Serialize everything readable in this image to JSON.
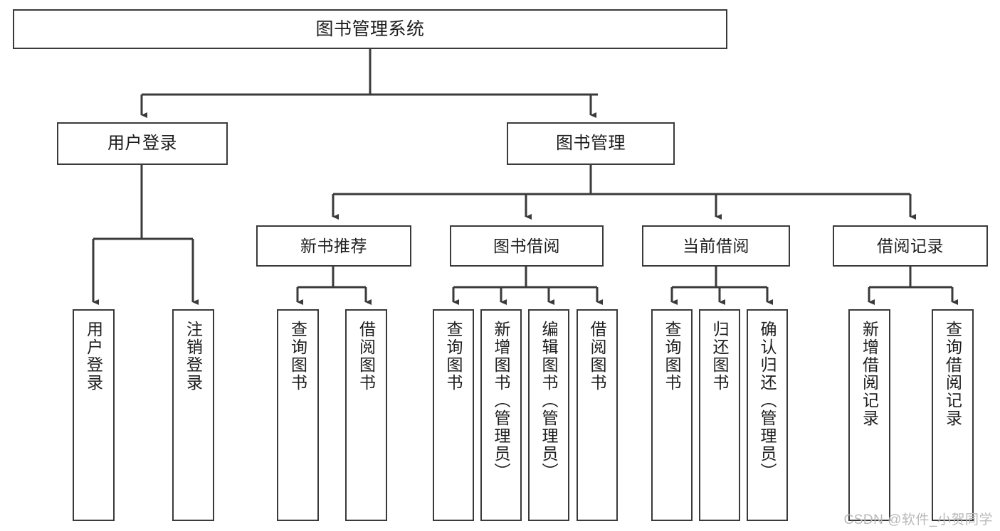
{
  "diagram": {
    "type": "tree-hierarchy",
    "title": "图书管理系统",
    "watermark": "CSDN @软件_小贺同学",
    "colors": {
      "box_border": "#3a3a3a",
      "box_fill": "#ffffff",
      "connector": "#3a3a3a",
      "text": "#1d1d1d",
      "watermark": "#b9b9b9"
    },
    "nodes": {
      "root": {
        "label": "图书管理系统"
      },
      "level2": [
        {
          "label": "用户登录"
        },
        {
          "label": "图书管理"
        }
      ],
      "level3": [
        {
          "label": "新书推荐"
        },
        {
          "label": "图书借阅"
        },
        {
          "label": "当前借阅"
        },
        {
          "label": "借阅记录"
        }
      ],
      "leaves_user_login": [
        {
          "label": "用户登录"
        },
        {
          "label": "注销登录"
        }
      ],
      "leaves_new_book": [
        {
          "label": "查询图书"
        },
        {
          "label": "借阅图书"
        }
      ],
      "leaves_borrow": [
        {
          "label": "查询图书"
        },
        {
          "label": "新增图书（管理员）"
        },
        {
          "label": "编辑图书（管理员）"
        },
        {
          "label": "借阅图书"
        }
      ],
      "leaves_current": [
        {
          "label": "查询图书"
        },
        {
          "label": "归还图书"
        },
        {
          "label": "确认归还（管理员）"
        }
      ],
      "leaves_records": [
        {
          "label": "新增借阅记录"
        },
        {
          "label": "查询借阅记录"
        }
      ]
    }
  }
}
